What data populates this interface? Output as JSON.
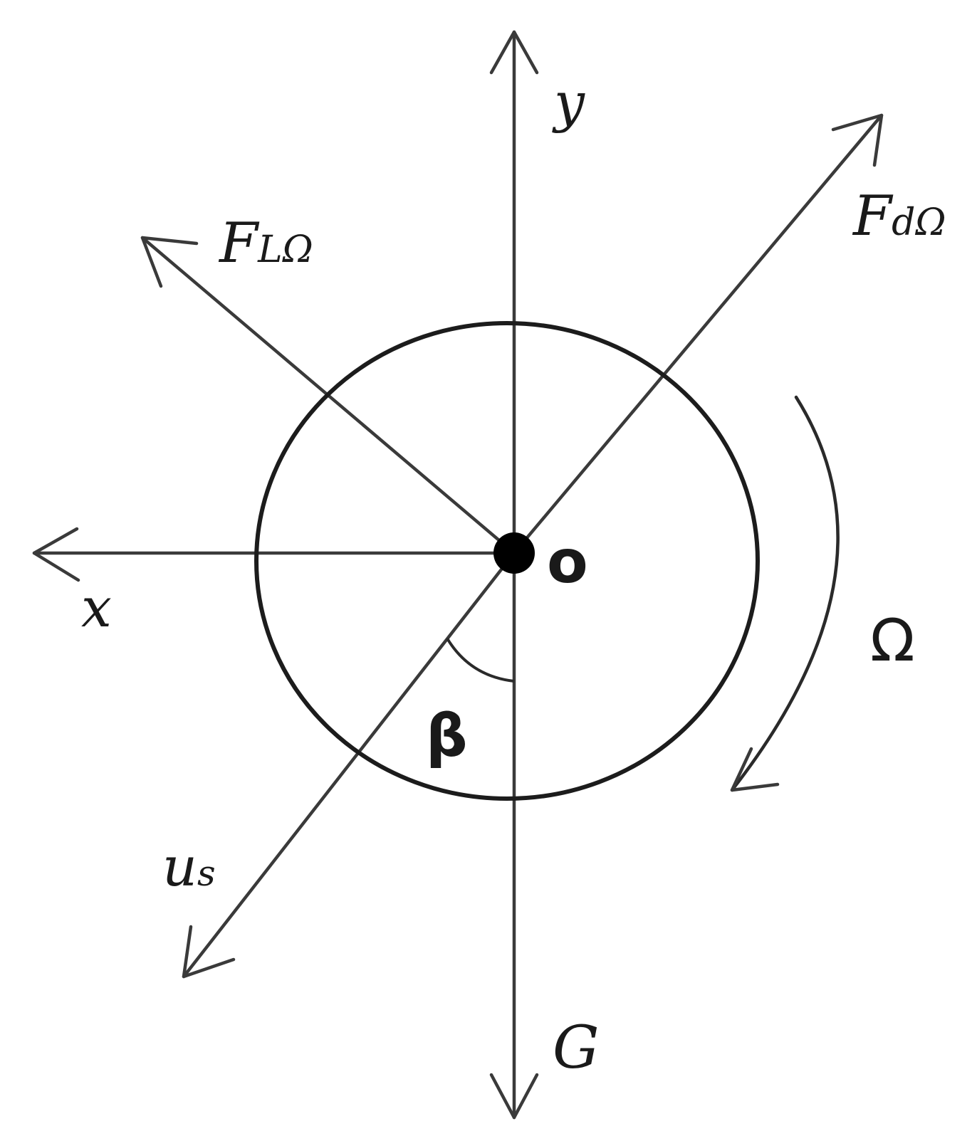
{
  "labels": {
    "y_axis": "y",
    "x_axis": "x",
    "origin": "o",
    "lift_force_main": "F",
    "lift_force_sub": "LΩ",
    "drag_force_main": "F",
    "drag_force_sub": "dΩ",
    "rotation": "Ω",
    "angle": "β",
    "velocity_main": "u",
    "velocity_sub": "s",
    "gravity": "G"
  },
  "colors": {
    "stroke": "#3a3a3a",
    "background": "#ffffff"
  }
}
